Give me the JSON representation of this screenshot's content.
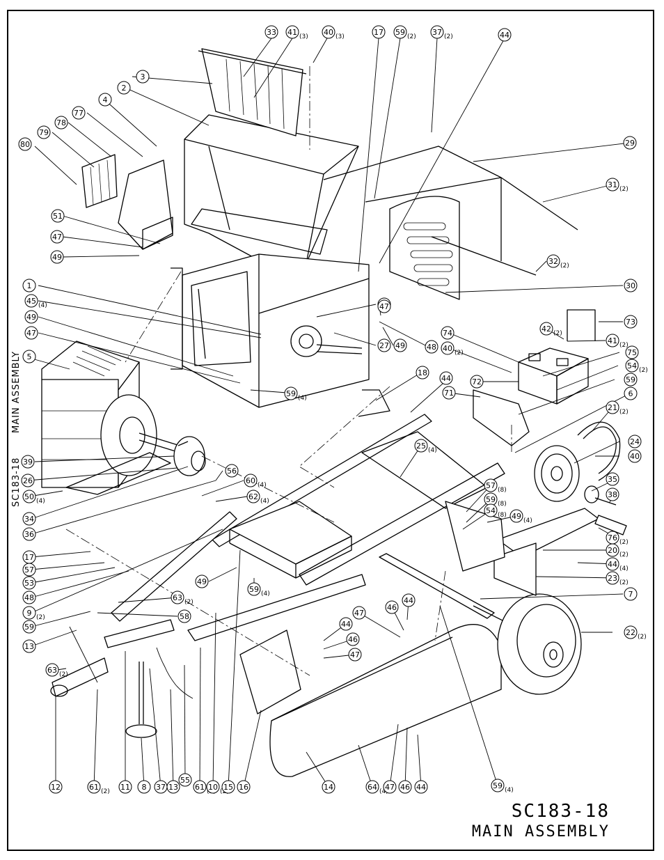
{
  "drawing_number": "SC183-18",
  "drawing_title": "MAIN ASSEMBLY",
  "side_label_a": "MAIN ASSEMBLY",
  "side_label_b": "SC183-18",
  "callouts": [
    {
      "n": "33",
      "q": ""
    },
    {
      "n": "41",
      "q": "(3)"
    },
    {
      "n": "40",
      "q": "(3)"
    },
    {
      "n": "17",
      "q": ""
    },
    {
      "n": "59",
      "q": "(2)"
    },
    {
      "n": "37",
      "q": "(2)"
    },
    {
      "n": "44",
      "q": ""
    },
    {
      "n": "3",
      "q": ""
    },
    {
      "n": "2",
      "q": ""
    },
    {
      "n": "4",
      "q": ""
    },
    {
      "n": "77",
      "q": ""
    },
    {
      "n": "78",
      "q": ""
    },
    {
      "n": "79",
      "q": ""
    },
    {
      "n": "80",
      "q": ""
    },
    {
      "n": "29",
      "q": ""
    },
    {
      "n": "31",
      "q": "(2)"
    },
    {
      "n": "51",
      "q": ""
    },
    {
      "n": "47",
      "q": ""
    },
    {
      "n": "49",
      "q": ""
    },
    {
      "n": "32",
      "q": "(2)"
    },
    {
      "n": "30",
      "q": ""
    },
    {
      "n": "1",
      "q": ""
    },
    {
      "n": "45",
      "q": "(4)"
    },
    {
      "n": "49",
      "q": ""
    },
    {
      "n": "47",
      "q": ""
    },
    {
      "n": "43",
      "q": ""
    },
    {
      "n": "27",
      "q": ""
    },
    {
      "n": "49",
      "q": ""
    },
    {
      "n": "47",
      "q": ""
    },
    {
      "n": "73",
      "q": ""
    },
    {
      "n": "42",
      "q": "(2)"
    },
    {
      "n": "41",
      "q": "(2)"
    },
    {
      "n": "74",
      "q": ""
    },
    {
      "n": "40",
      "q": "(2)"
    },
    {
      "n": "48",
      "q": ""
    },
    {
      "n": "75",
      "q": ""
    },
    {
      "n": "72",
      "q": ""
    },
    {
      "n": "54",
      "q": "(2)"
    },
    {
      "n": "5",
      "q": ""
    },
    {
      "n": "59",
      "q": "(4)"
    },
    {
      "n": "18",
      "q": ""
    },
    {
      "n": "44",
      "q": ""
    },
    {
      "n": "71",
      "q": ""
    },
    {
      "n": "59",
      "q": ""
    },
    {
      "n": "6",
      "q": ""
    },
    {
      "n": "21",
      "q": "(2)"
    },
    {
      "n": "25",
      "q": "(4)"
    },
    {
      "n": "24",
      "q": ""
    },
    {
      "n": "40",
      "q": ""
    },
    {
      "n": "39",
      "q": ""
    },
    {
      "n": "26",
      "q": ""
    },
    {
      "n": "56",
      "q": ""
    },
    {
      "n": "60",
      "q": "(4)"
    },
    {
      "n": "35",
      "q": ""
    },
    {
      "n": "38",
      "q": ""
    },
    {
      "n": "50",
      "q": "(4)"
    },
    {
      "n": "62",
      "q": "(4)"
    },
    {
      "n": "57",
      "q": "(8)"
    },
    {
      "n": "59",
      "q": "(8)"
    },
    {
      "n": "54",
      "q": "(8)"
    },
    {
      "n": "49",
      "q": "(4)"
    },
    {
      "n": "34",
      "q": ""
    },
    {
      "n": "36",
      "q": ""
    },
    {
      "n": "76",
      "q": "(2)"
    },
    {
      "n": "20",
      "q": "(2)"
    },
    {
      "n": "17",
      "q": ""
    },
    {
      "n": "57",
      "q": ""
    },
    {
      "n": "53",
      "q": ""
    },
    {
      "n": "48",
      "q": ""
    },
    {
      "n": "44",
      "q": "(4)"
    },
    {
      "n": "23",
      "q": "(2)"
    },
    {
      "n": "49",
      "q": ""
    },
    {
      "n": "59",
      "q": "(4)"
    },
    {
      "n": "9",
      "q": "(2)"
    },
    {
      "n": "63",
      "q": "(2)"
    },
    {
      "n": "59",
      "q": ""
    },
    {
      "n": "58",
      "q": ""
    },
    {
      "n": "7",
      "q": ""
    },
    {
      "n": "44",
      "q": ""
    },
    {
      "n": "46",
      "q": ""
    },
    {
      "n": "47",
      "q": ""
    },
    {
      "n": "13",
      "q": ""
    },
    {
      "n": "44",
      "q": ""
    },
    {
      "n": "46",
      "q": ""
    },
    {
      "n": "47",
      "q": ""
    },
    {
      "n": "22",
      "q": "(2)"
    },
    {
      "n": "63",
      "q": "(2)"
    },
    {
      "n": "12",
      "q": ""
    },
    {
      "n": "61",
      "q": "(2)"
    },
    {
      "n": "11",
      "q": ""
    },
    {
      "n": "8",
      "q": ""
    },
    {
      "n": "37",
      "q": ""
    },
    {
      "n": "55",
      "q": ""
    },
    {
      "n": "13",
      "q": ""
    },
    {
      "n": "61",
      "q": "(2)"
    },
    {
      "n": "10",
      "q": "(2)"
    },
    {
      "n": "15",
      "q": ""
    },
    {
      "n": "16",
      "q": ""
    },
    {
      "n": "14",
      "q": ""
    },
    {
      "n": "64",
      "q": "(4)"
    },
    {
      "n": "47",
      "q": ""
    },
    {
      "n": "46",
      "q": ""
    },
    {
      "n": "44",
      "q": ""
    },
    {
      "n": "59",
      "q": "(4)"
    }
  ]
}
